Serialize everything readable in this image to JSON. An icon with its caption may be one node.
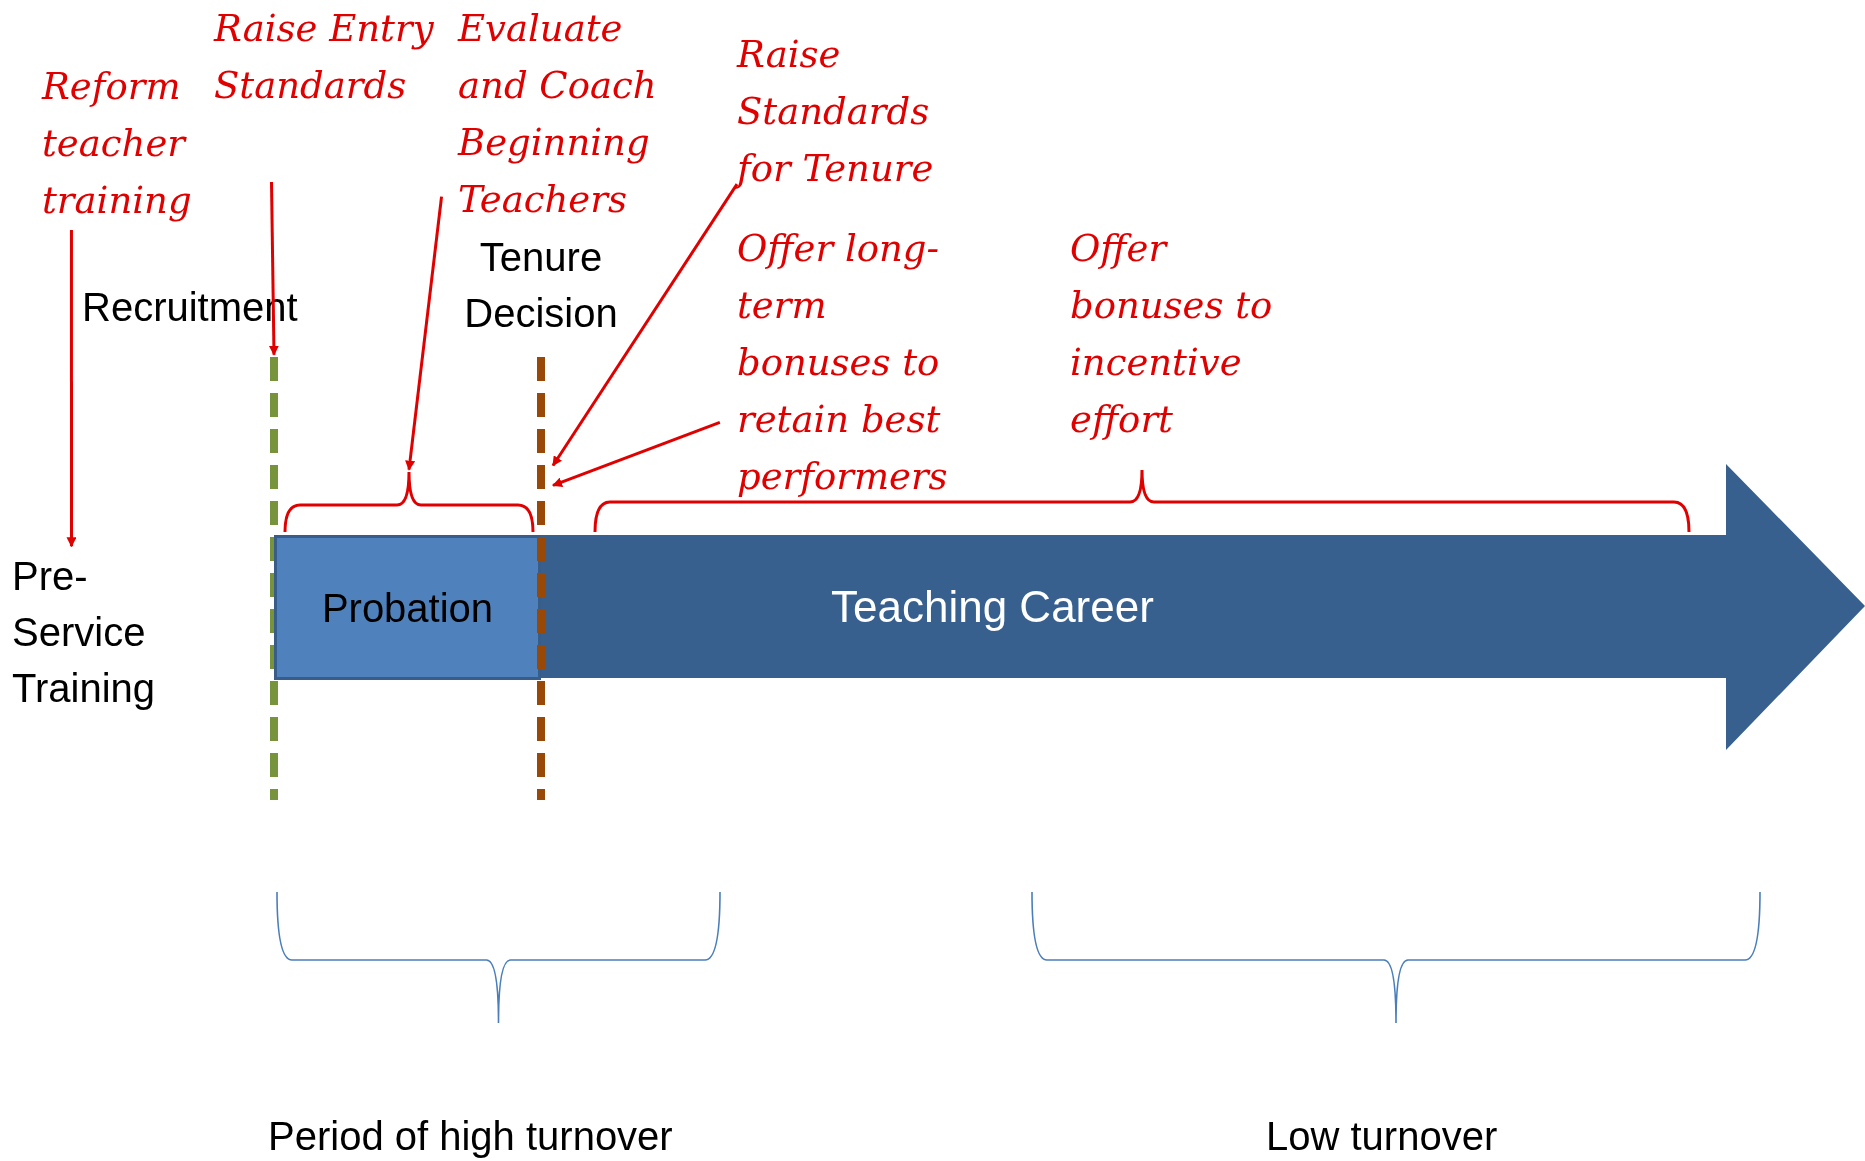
{
  "diagram": {
    "nodes": [
      {
        "text": [
          "Reform teacher training"
        ]
      },
      {
        "text": [
          "Pre-Service Training"
        ]
      },
      {
        "text": [
          "Raise Entry Standards"
        ]
      },
      {
        "text": [
          "Recruitment"
        ]
      },
      {
        "text": [
          "Evaluate and Coach Beginning Teachers"
        ]
      },
      {
        "text": [],
        "shape": "brace"
      },
      {
        "text": [
          "Probation"
        ]
      },
      {
        "text": [
          "Teaching Career"
        ]
      },
      {
        "text": [
          "Tenure Decision"
        ]
      },
      {
        "text": [
          "Raise Standards for Tenure"
        ]
      },
      {
        "text": [
          "Offer long-term bonuses to retain best performers"
        ]
      },
      {
        "text": [
          "Offer bonuses to incentive effort"
        ]
      }
    ],
    "edges": [
      {
        "from": 0,
        "to": 1,
        "arrow": "to"
      },
      {
        "from": 2,
        "to": 3,
        "arrow": "to"
      },
      {
        "from": 4,
        "to": 5,
        "arrow": "to"
      },
      {
        "from": 9,
        "to": 8,
        "arrow": "to"
      },
      {
        "from": 10,
        "to": 8,
        "arrow": "to"
      }
    ],
    "labels": [
      "Period of high turnover",
      "Low turnover"
    ]
  }
}
